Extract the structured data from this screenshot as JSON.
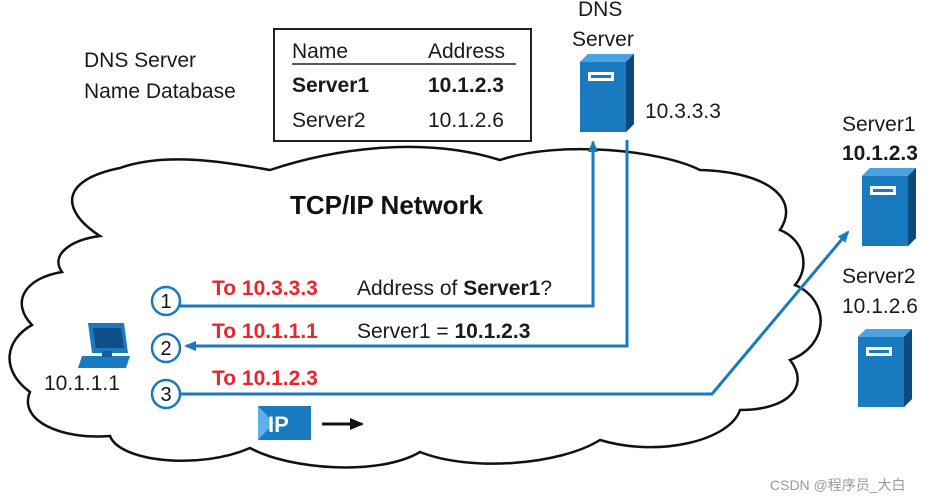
{
  "db_caption": {
    "line1": "DNS Server",
    "line2": "Name Database"
  },
  "db_table": {
    "headers": [
      "Name",
      "Address"
    ],
    "rows": [
      {
        "name": "Server1",
        "address": "10.1.2.3"
      },
      {
        "name": "Server2",
        "address": "10.1.2.6"
      }
    ]
  },
  "dns_server": {
    "line1": "DNS",
    "line2": "Server",
    "ip": "10.3.3.3"
  },
  "server1": {
    "name": "Server1",
    "ip": "10.1.2.3"
  },
  "server2": {
    "name": "Server2",
    "ip": "10.1.2.6"
  },
  "network_title": "TCP/IP Network",
  "client": {
    "ip": "10.1.1.1"
  },
  "steps": [
    {
      "num": "1",
      "to": "To 10.3.3.3",
      "msg_a": "Address of ",
      "msg_b": "Server1",
      "msg_c": "?"
    },
    {
      "num": "2",
      "to": "To 10.1.1.1",
      "msg_a": "Server1 = ",
      "msg_b": "10.1.2.3"
    },
    {
      "num": "3",
      "to": "To 10.1.2.3"
    }
  ],
  "packet_label": "IP",
  "watermark": "CSDN @程序员_大白",
  "colors": {
    "arrow": "#1a7ac0",
    "red": "#e8262b",
    "server": "#1a7ac0"
  }
}
